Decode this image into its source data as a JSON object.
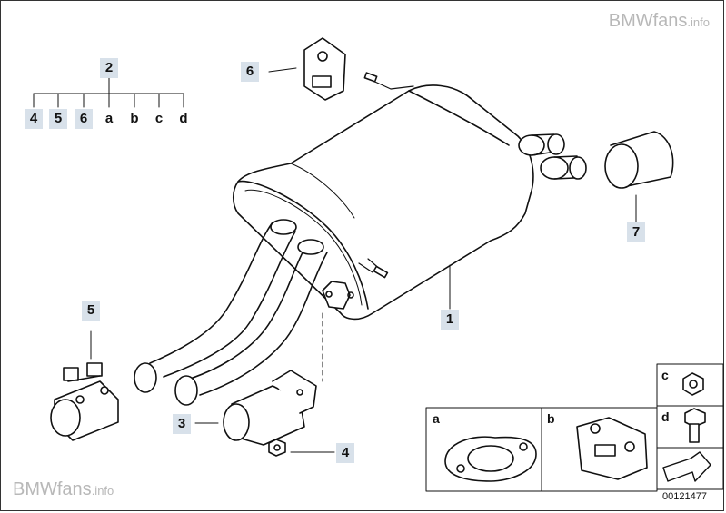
{
  "watermark_top": "BMWfans",
  "watermark_top_suffix": ".info",
  "watermark_bottom": "BMWfans",
  "watermark_bottom_suffix": ".info",
  "legend": {
    "parent": "2",
    "children": [
      "4",
      "5",
      "6",
      "a",
      "b",
      "c",
      "d"
    ]
  },
  "callouts": {
    "muffler": "1",
    "tailpipe_connector": "3",
    "nut": "4",
    "clamp": "5",
    "hanger": "6",
    "tail_trim": "7"
  },
  "insets": {
    "gasket": "a",
    "rubber_mount": "b",
    "hex_nut": "c",
    "bolt": "d"
  },
  "part_number": "00121477",
  "colors": {
    "highlight": "#d8e1ea",
    "line": "#111111"
  }
}
